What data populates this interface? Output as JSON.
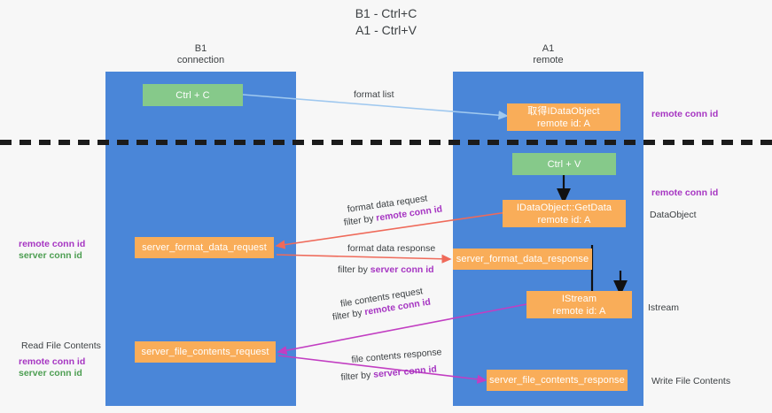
{
  "title": {
    "line1": "B1 - Ctrl+C",
    "line2": "A1 - Ctrl+V"
  },
  "lanes": [
    {
      "name": "b1",
      "title": "B1\nconnection"
    },
    {
      "name": "a1",
      "title": "A1\nremote"
    }
  ],
  "nodes": {
    "ctrl_c": {
      "label": "Ctrl + C",
      "color": "#86c98a"
    },
    "get_data_object": {
      "line1": "取得IDataObject",
      "line2": "remote id: A",
      "color": "#f9ad59"
    },
    "ctrl_v": {
      "label": "Ctrl + V",
      "color": "#86c98a"
    },
    "idataobject_getdata": {
      "line1": "IDataObject::GetData",
      "line2": "remote id: A",
      "color": "#f9ad59"
    },
    "server_format_data_request": {
      "label": "server_format_data_request",
      "color": "#f9ad59"
    },
    "server_format_data_response": {
      "label": "server_format_data_response",
      "color": "#f9ad59"
    },
    "istream": {
      "line1": "IStream",
      "line2": "remote id: A",
      "color": "#f9ad59"
    },
    "server_file_contents_request": {
      "label": "server_file_contents_request",
      "color": "#f9ad59"
    },
    "server_file_contents_response": {
      "label": "server_file_contents_response",
      "color": "#f9ad59"
    }
  },
  "edge_labels": {
    "format_list": "format list",
    "format_data_request": "format data request",
    "format_data_request_filter_prefix": "filter by ",
    "format_data_request_filter_key": "remote conn id",
    "format_data_response": "format data response",
    "format_data_response_filter_prefix": "filter by ",
    "format_data_response_filter_key": "server conn id",
    "file_contents_request": "file contents request",
    "file_contents_request_filter_prefix": "filter by ",
    "file_contents_request_filter_key": "remote conn id",
    "file_contents_response": "file contents response",
    "file_contents_response_filter_prefix": "filter by ",
    "file_contents_response_filter_key": "server conn id"
  },
  "annotations": {
    "right_remote_conn_id_top": "remote conn id",
    "right_remote_conn_id_mid": "remote conn id",
    "right_dataobject": "DataObject",
    "right_istream": "Istream",
    "right_write_file_contents": "Write File Contents",
    "left_remote_conn_id_1": "remote conn id",
    "left_server_conn_id_1": "server conn id",
    "left_read_file_contents": "Read File Contents",
    "left_remote_conn_id_2": "remote conn id",
    "left_server_conn_id_2": "server conn id"
  },
  "colors": {
    "lane": "#4a86d8",
    "green_node": "#86c98a",
    "orange_node": "#f9ad59",
    "purple_text": "#a635c2",
    "green_text": "#4d9e52",
    "arrow_light_blue": "#9fc8ef",
    "arrow_red": "#ef6a5a",
    "arrow_magenta": "#c23ec2",
    "arrow_black": "#000000",
    "background": "#f7f7f7"
  }
}
